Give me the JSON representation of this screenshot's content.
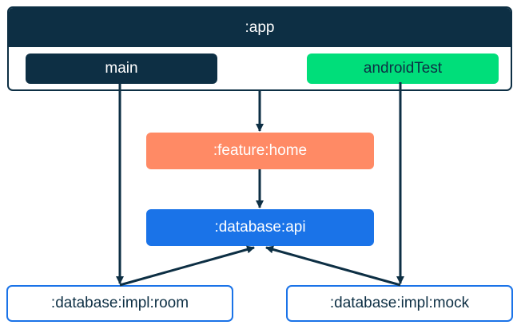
{
  "modules": {
    "app": ":app",
    "main": "main",
    "android_test": "androidTest",
    "feature_home": ":feature:home",
    "database_api": ":database:api",
    "impl_room": ":database:impl:room",
    "impl_mock": ":database:impl:mock"
  },
  "colors": {
    "navy": "#0d2f44",
    "green": "#00de7a",
    "orange": "#ff8a65",
    "blue": "#1a73e8",
    "white": "#ffffff"
  },
  "edges": [
    {
      "from": "app",
      "to": "feature_home"
    },
    {
      "from": "feature_home",
      "to": "database_api"
    },
    {
      "from": "main",
      "to": "impl_room"
    },
    {
      "from": "android_test",
      "to": "impl_mock"
    },
    {
      "from": "impl_room",
      "to": "database_api"
    },
    {
      "from": "impl_mock",
      "to": "database_api"
    }
  ]
}
